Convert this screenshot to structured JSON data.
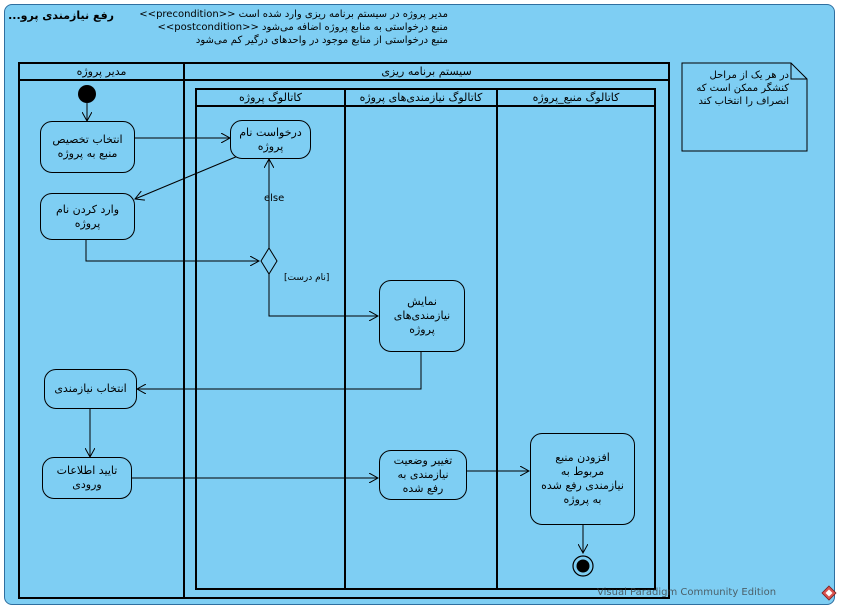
{
  "diagram": {
    "title": "رفع نیازمندی پرو...",
    "conditions": [
      "مدیر پروژه در سیستم برنامه ریزی وارد شده است <<precondition>>",
      "منبع درخواستی به منابع پروژه اضافه می‌شود <<postcondition>>",
      "منبع درخواستی از منابع موجود در واحدهای درگیر کم می‌شود"
    ]
  },
  "partitions": {
    "manager": "مدیر پروژه",
    "system": "سیستم برنامه ریزی",
    "project_catalog": "کاتالوگ پروژه",
    "requirements_catalog": "کاتالوگ نیازمندی‌های پروژه",
    "resource_catalog": "کاتالوگ منبع_پروژه"
  },
  "actions": {
    "allocate": "انتخاب تخصیص منبع به پروژه",
    "enter_name": "وارد کردن نام پروژه",
    "request_project": "درخواست نام پروژه",
    "show_requirements": "نمایش نیازمندی‌های پروژه",
    "select_requirement": "انتخاب نیازمندی",
    "confirm_input": "تایید اطلاعات ورودی",
    "change_status": "تغییر وضعیت نیازمندی به رفع شده",
    "add_resource": "افزودن منبع مربوط به نیازمندی رفع شده به پروژه"
  },
  "guards": {
    "else": "else",
    "valid_name": "[نام درست]"
  },
  "note": "در هر یک از مراحل کنشگر ممکن است که انصراف را انتخاب کند",
  "watermark": "Visual Paradigm Community Edition"
}
